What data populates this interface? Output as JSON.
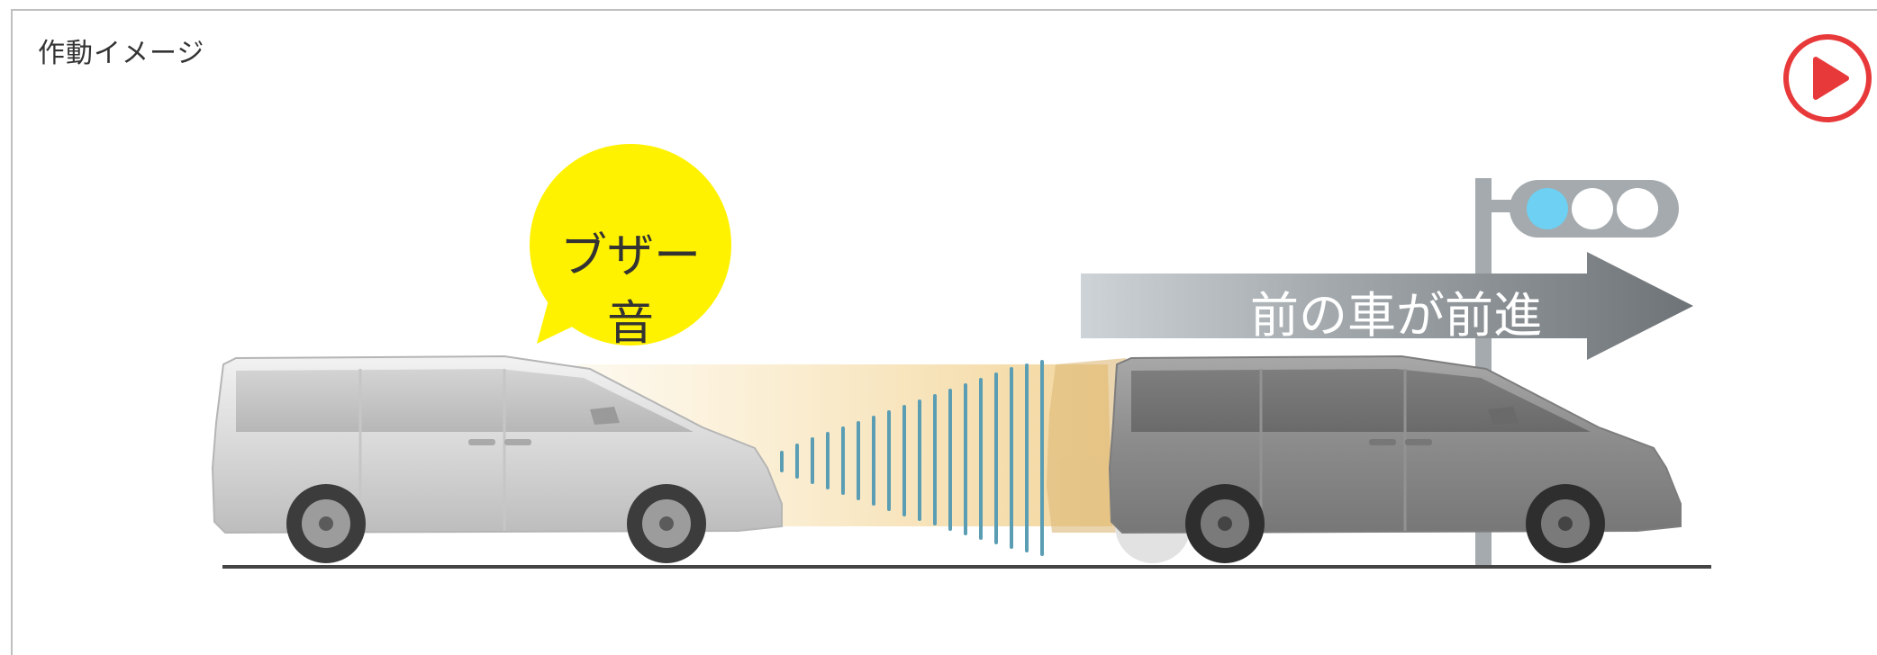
{
  "panel": {
    "title": "作動イメージ"
  },
  "controls": {
    "play_icon": "play-icon",
    "play_color": "#e8393a"
  },
  "diagram": {
    "bubble_text": "ブザー音",
    "bubble_color": "#fff200",
    "arrow_text": "前の車が前進",
    "signal_active_color": "#6ed0f2",
    "sensor_color": "#5b9eb4",
    "ground_color": "#444444"
  }
}
